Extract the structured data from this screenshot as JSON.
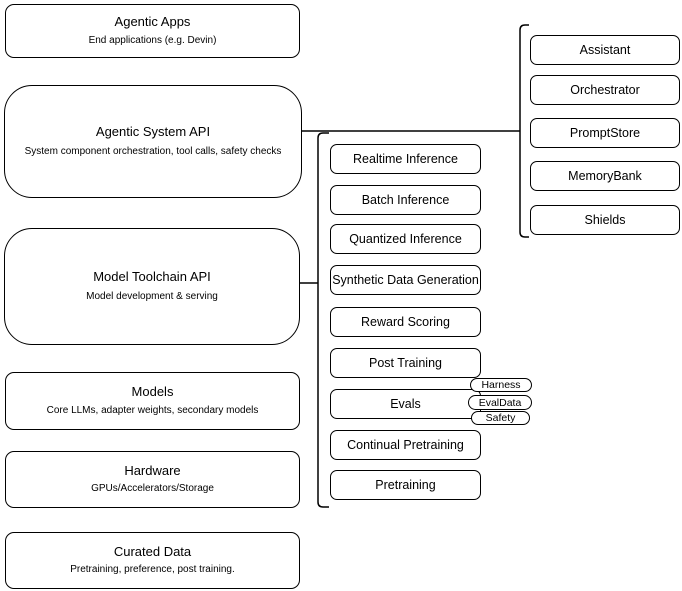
{
  "diagram": {
    "left_stack": [
      {
        "title": "Agentic Apps",
        "subtitle": "End applications (e.g. Devin)"
      },
      {
        "title": "Agentic System API",
        "subtitle": "System component orchestration, tool calls, safety checks"
      },
      {
        "title": "Model Toolchain API",
        "subtitle": "Model development & serving"
      },
      {
        "title": "Models",
        "subtitle": "Core LLMs, adapter weights, secondary models"
      },
      {
        "title": "Hardware",
        "subtitle": "GPUs/Accelerators/Storage"
      },
      {
        "title": "Curated Data",
        "subtitle": "Pretraining, preference, post training."
      }
    ],
    "toolchain_components": [
      "Realtime Inference",
      "Batch Inference",
      "Quantized Inference",
      "Synthetic Data Generation",
      "Reward Scoring",
      "Post Training",
      "Evals",
      "Continual Pretraining",
      "Pretraining"
    ],
    "evals_tags": [
      "Harness",
      "EvalData",
      "Safety"
    ],
    "agentic_components": [
      "Assistant",
      "Orchestrator",
      "PromptStore",
      "MemoryBank",
      "Shields"
    ],
    "colors": {
      "stroke": "#000000",
      "background": "#ffffff",
      "text": "#000000"
    }
  }
}
